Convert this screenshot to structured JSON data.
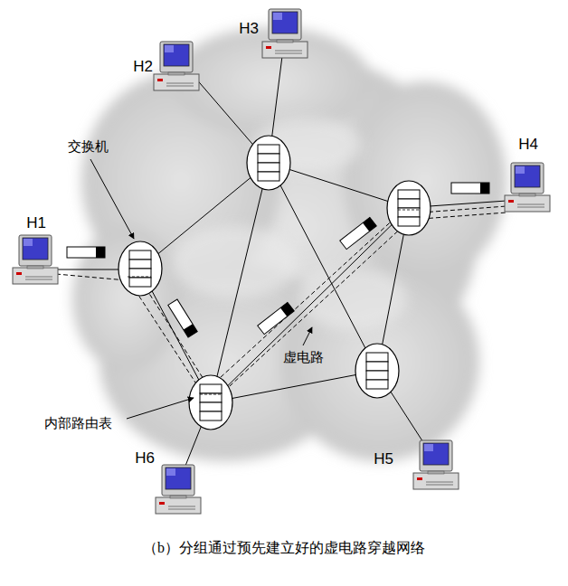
{
  "diagram": {
    "caption": "（b）分组通过预先建立好的虚电路穿越网络",
    "nodes": [
      {
        "text": [
          "H1"
        ]
      },
      {
        "text": [
          "H2"
        ]
      },
      {
        "text": [
          "H3"
        ]
      },
      {
        "text": [
          "H4"
        ]
      },
      {
        "text": [
          "H5"
        ]
      },
      {
        "text": [
          "H6"
        ]
      }
    ],
    "labels": [
      "交换机",
      "虚电路",
      "内部路由表"
    ]
  }
}
